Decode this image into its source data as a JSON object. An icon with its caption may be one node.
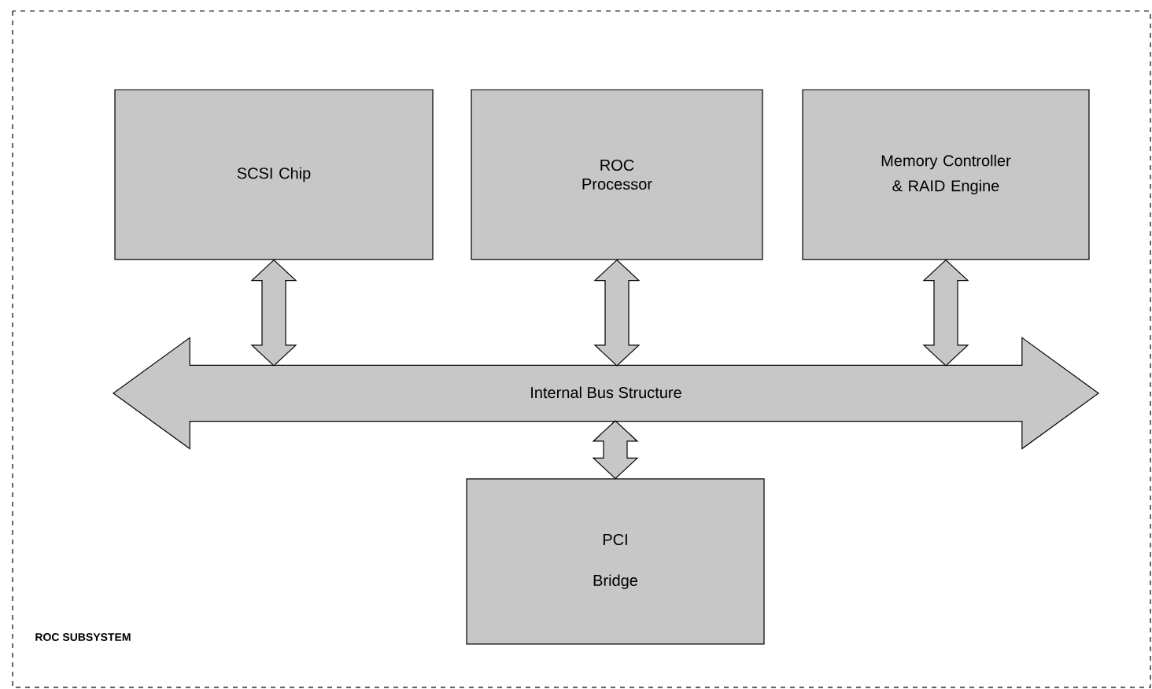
{
  "diagram": {
    "nodes": [
      {
        "text": [
          "SCSI Chip"
        ]
      },
      {
        "text": [
          "ROC Processor"
        ]
      },
      {
        "text": [
          "Memory Controller & RAID Engine"
        ]
      },
      {
        "text": [
          "Internal Bus Structure"
        ]
      },
      {
        "text": [
          "PCI Bridge"
        ]
      }
    ],
    "edges": [
      {
        "from": 0,
        "to": 3,
        "arrow": "both"
      },
      {
        "from": 1,
        "to": 3,
        "arrow": "both"
      },
      {
        "from": 2,
        "to": 3,
        "arrow": "both"
      },
      {
        "from": 3,
        "to": 4,
        "arrow": "both"
      }
    ],
    "labels": [
      "ROC SUBSYSTEM"
    ]
  }
}
